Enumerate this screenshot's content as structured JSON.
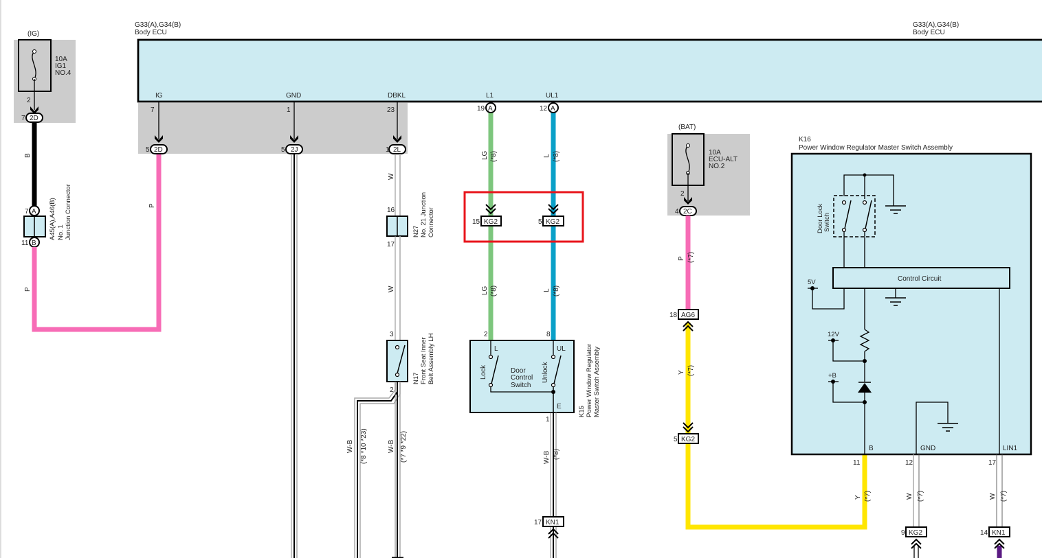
{
  "diagram": {
    "colors": {
      "ecu_fill": "#cdebf2",
      "shade": "#cccccc",
      "wire_pink": "#f76cb6",
      "wire_green": "#7dc67d",
      "wire_blue": "#0aa0c8",
      "wire_yellow": "#ffe600",
      "wire_black": "#000000",
      "wire_purple": "#5a1a82",
      "highlight_red": "#e8141b"
    },
    "fuse_ig": {
      "source": "(IG)",
      "rating": "10A",
      "name": "IG1",
      "number": "NO.4",
      "pin": "2",
      "conn_pin": "7",
      "conn": "2D"
    },
    "fuse_bat": {
      "source": "(BAT)",
      "rating": "10A",
      "name": "ECU-ALT",
      "number": "NO.2",
      "pin": "2",
      "conn_pin": "4",
      "conn": "2C"
    },
    "body_ecu": {
      "code_left": "G33(A),G34(B)",
      "name_left": "Body ECU",
      "code_right": "G33(A),G34(B)",
      "name_right": "Body ECU",
      "terminals": [
        {
          "label": "IG",
          "pin": "7",
          "conn_pin": "5",
          "conn": "2D"
        },
        {
          "label": "GND",
          "pin": "1",
          "conn_pin": "5",
          "conn": "2J"
        },
        {
          "label": "DBKL",
          "pin": "23",
          "conn_pin": "1",
          "conn": "2L"
        },
        {
          "label": "L1",
          "pin": "19",
          "conn": "A"
        },
        {
          "label": "UL1",
          "pin": "12",
          "conn": "A"
        }
      ]
    },
    "junction_a45": {
      "code": "A45(A),A46(B)",
      "line2": "No. 1",
      "line3": "Junction Connector",
      "pin_top": "7",
      "conn_top": "A",
      "pin_bot": "11",
      "conn_bot": "B"
    },
    "junction_n27": {
      "code": "N27",
      "line2": "No. 21 Junction",
      "line3": "Connector",
      "pin_top": "16",
      "pin_bot": "17"
    },
    "seat_belt_n17": {
      "code": "N17",
      "line2": "Front Seat Inner",
      "line3": "Belt Assembly LH",
      "pin_top": "3",
      "pin_bot": "2"
    },
    "wire_labels": {
      "b": "B",
      "p1": "P",
      "p2": "P",
      "w1": "W",
      "w2": "W",
      "lg1": "LG",
      "lg1_note": "(*8)",
      "l1": "L",
      "l1_note": "(*8)",
      "lg2": "LG",
      "lg2_note": "(*8)",
      "l2": "L",
      "l2_note": "(*8)",
      "wb1": "W-B",
      "wb1_note": "(*8 *10 *23)",
      "wb2": "W-B",
      "wb2_note": "(*7 *9 *22)",
      "wb3": "W-B",
      "wb3_note": "(*8)",
      "p3": "P",
      "p3_note": "(*7)",
      "y1": "Y",
      "y1_note": "(*7)",
      "y2": "Y",
      "y2_note": "(*7)",
      "w3": "W",
      "w3_note": "(*7)",
      "w4": "W",
      "w4_note": "(*7)"
    },
    "connectors": {
      "kg2_l": {
        "pin": "15",
        "name": "KG2"
      },
      "kg2_ul": {
        "pin": "5",
        "name": "KG2"
      },
      "kn1_e": {
        "pin": "17",
        "name": "KN1"
      },
      "ag6": {
        "pin": "18",
        "name": "AG6"
      },
      "kg2_y": {
        "pin": "5",
        "name": "KG2"
      },
      "kg2_gnd": {
        "pin": "9",
        "name": "KG2"
      },
      "kn1_lin": {
        "pin": "14",
        "name": "KN1"
      }
    },
    "k15": {
      "code": "K15",
      "line2": "Power Window Regulator",
      "line3": "Master Switch Assembly",
      "title": "Door",
      "title2": "Control",
      "title3": "Switch",
      "term_l": "L",
      "term_ul": "UL",
      "term_e": "E",
      "lock": "Lock",
      "unlock": "Unlock",
      "pin_l": "2",
      "pin_ul": "8",
      "pin_e": "1"
    },
    "k16": {
      "code": "K16",
      "name": "Power Window Regulator Master Switch Assembly",
      "door_lock": "Door Lock",
      "door_lock2": "Switch",
      "control": "Control Circuit",
      "v5": "5V",
      "v12": "12V",
      "vb": "+B",
      "term_b": "B",
      "term_gnd": "GND",
      "term_lin": "LIN1",
      "pin_b": "11",
      "pin_gnd": "12",
      "pin_lin": "17"
    }
  }
}
